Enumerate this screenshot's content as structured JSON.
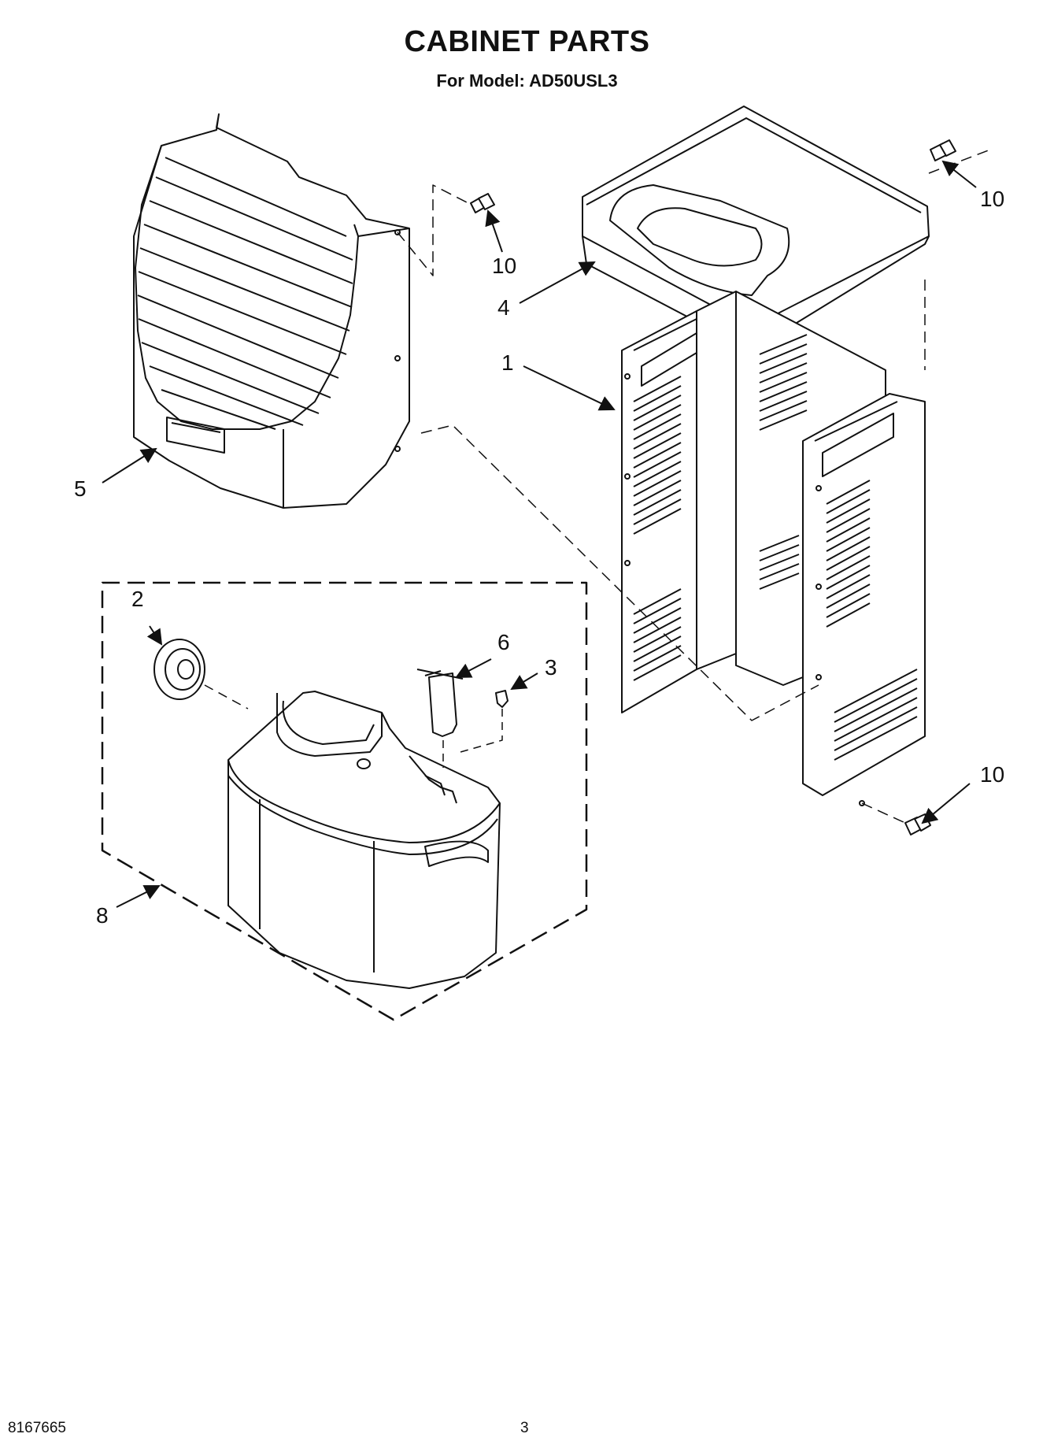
{
  "header": {
    "title": "CABINET PARTS",
    "subtitle": "For Model: AD50USL3"
  },
  "callouts": {
    "c1": "1",
    "c2": "2",
    "c3": "3",
    "c4": "4",
    "c5": "5",
    "c6": "6",
    "c8": "8",
    "c10a": "10",
    "c10b": "10",
    "c10c": "10"
  },
  "footer": {
    "doc_number": "8167665",
    "page_number": "3"
  }
}
